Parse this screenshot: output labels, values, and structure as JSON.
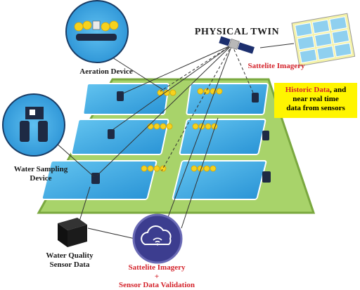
{
  "title": "PHYSICAL TWIN",
  "labels": {
    "satellite_imagery": "Sattelite Imagery",
    "aeration_device": "Aeration Device",
    "water_sampling_device_line1": "Water Sampling",
    "water_sampling_device_line2": "Device",
    "water_quality_line1": "Water Quality",
    "water_quality_line2": "Sensor Data",
    "cloud_line1": "Sattelite Imagery",
    "cloud_line2": "+",
    "cloud_line3": "Sensor Data Validation"
  },
  "historic_box": {
    "highlight": "Historic Data",
    "rest_line1": ", and",
    "line2": "near real time",
    "line3": "data from sensors"
  },
  "colors": {
    "pond_water": "#2f9fe0",
    "pond_border": "#ffffff",
    "farm_green": "#a8d36a",
    "farm_border": "#7aa83f",
    "accent_red": "#d4232b",
    "highlight_yellow": "#fff500",
    "cloud_circle": "#3c3d8f"
  }
}
